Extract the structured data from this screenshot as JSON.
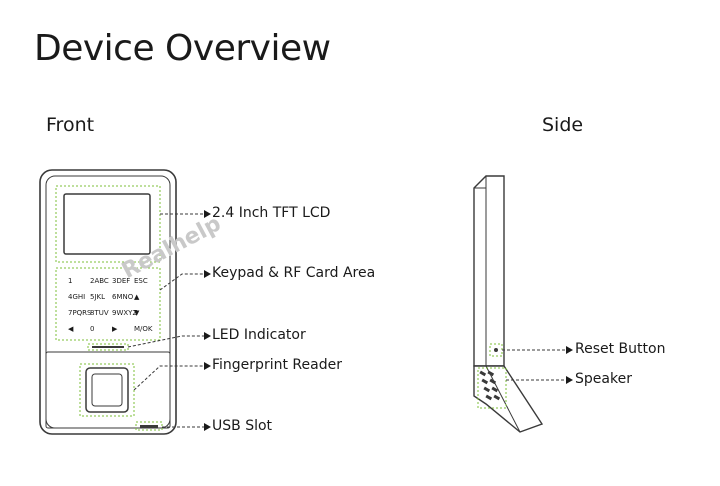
{
  "title": "Device Overview",
  "sections": {
    "front": "Front",
    "side": "Side"
  },
  "callouts": {
    "lcd": "2.4 Inch TFT LCD",
    "keypad": "Keypad & RF Card Area",
    "led": "LED Indicator",
    "fingerprint": "Fingerprint Reader",
    "usb": "USB Slot",
    "reset": "Reset Button",
    "speaker": "Speaker"
  },
  "keypad_keys": [
    "1",
    "2ABC",
    "3DEF",
    "ESC",
    "4GHI",
    "5JKL",
    "6MNO",
    "▲",
    "7PQRS",
    "8TUV",
    "9WXYZ",
    "▼",
    "◀",
    "0",
    "▶",
    "M/OK"
  ],
  "watermark": "Realhelp",
  "colors": {
    "outline": "#3a3a3a",
    "highlight": "#7dbf3a",
    "text": "#1a1a1a"
  }
}
